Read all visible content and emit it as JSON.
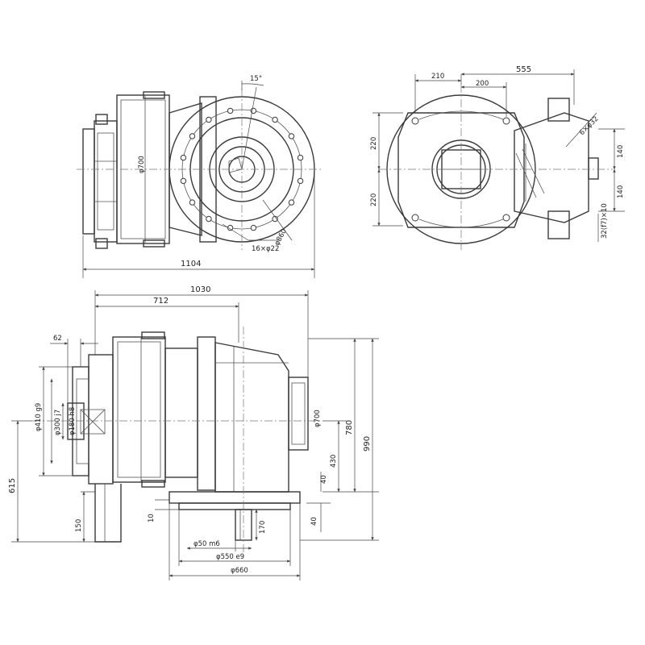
{
  "colors": {
    "line": "#3a3a3a",
    "paper": "#ffffff",
    "text": "#222222"
  },
  "front_view": {
    "d_700": "φ700",
    "angle": "15°",
    "d_860": "φ860",
    "holes": "16×φ22",
    "len_1104": "1104"
  },
  "side_view": {
    "d_210": "210",
    "d_200": "200",
    "d_555": "555",
    "holes": "6×φ32",
    "h_220_top": "220",
    "h_220_bot": "220",
    "d_140_a": "140",
    "d_140_b": "140",
    "key": "32(f7)×10"
  },
  "elevation": {
    "len_1030": "1030",
    "len_712": "712",
    "d_62": "62",
    "d_410": "φ410 g9",
    "d_300": "φ300 j7",
    "d_shaft": "φ180 h8",
    "d_700": "φ700",
    "h_780": "780",
    "h_990": "990",
    "h_430": "430",
    "h_40_a": "40",
    "h_40_b": "40",
    "h_615": "615",
    "h_150": "150",
    "h_10": "10",
    "h_170": "170",
    "d_50": "φ50 m6",
    "d_550": "φ550 e9",
    "d_660": "φ660"
  }
}
